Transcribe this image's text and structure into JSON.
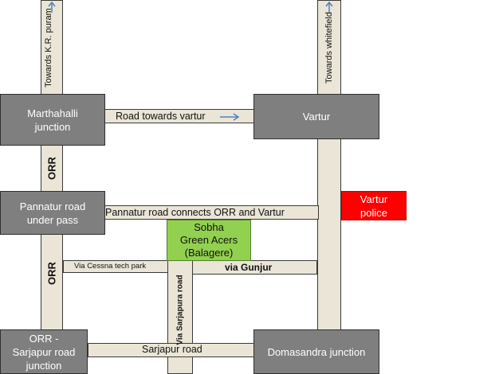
{
  "places": {
    "marthahalli": "Marthahalli junction",
    "vartur": "Vartur",
    "pannatur": "Pannatur road under pass",
    "vartur_police": "Vartur police",
    "sobha": "Sobha Green Acers (Balagere)",
    "orr_sarjapur": "ORR - Sarjapur road junction",
    "domasandra": "Domasandra junction"
  },
  "roads": {
    "towards_kr_puram": "Towards K.R. puram",
    "towards_whitefield": "Towards whitefield",
    "road_towards_vartur": "Road towards vartur",
    "orr_upper": "ORR",
    "orr_lower": "ORR",
    "pannatur_connects": "Pannatur road connects ORR and Vartur",
    "via_cessna": "Via Cessna tech park",
    "via_gunjur": "via Gunjur",
    "via_sarjapura": "Via Sarjapura road",
    "sarjapur_road": "Sarjapur road"
  },
  "colors": {
    "box": "#7f7f7f",
    "road": "#eae5d6",
    "sobha": "#92d050",
    "police": "#ff0000",
    "arrow": "#4f81bd"
  },
  "icons": {
    "arrow": "right-arrow-icon",
    "up_arrow": "up-arrow-icon"
  }
}
